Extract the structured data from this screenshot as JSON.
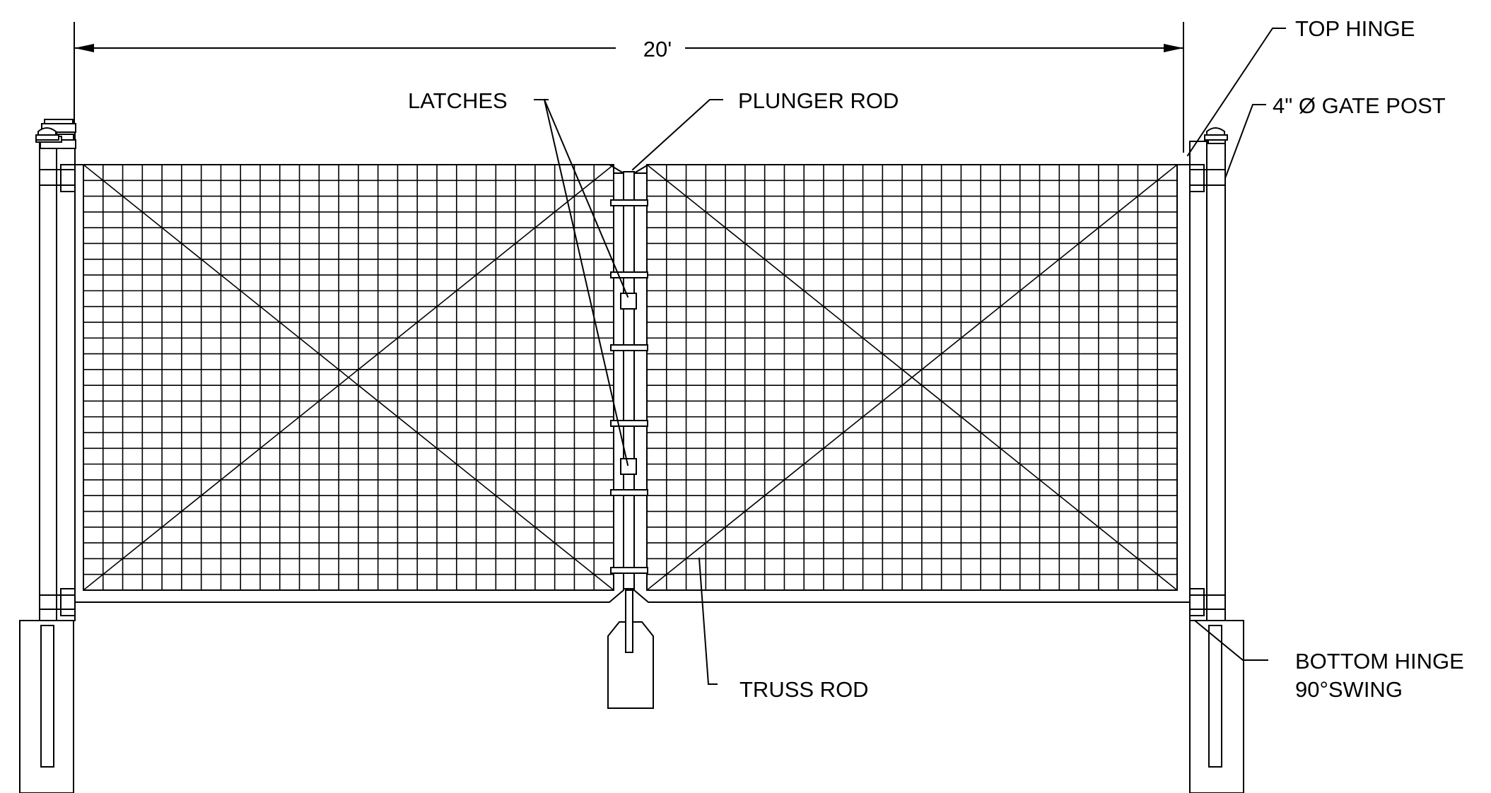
{
  "dimension": {
    "label": "20'"
  },
  "callouts": {
    "top_hinge": "TOP HINGE",
    "gate_post": "4\" Ø  GATE POST",
    "latches": "LATCHES",
    "plunger_rod": "PLUNGER ROD",
    "truss_rod": "TRUSS ROD",
    "bottom_hinge_line1": "BOTTOM HINGE",
    "bottom_hinge_line2": "90°SWING"
  }
}
